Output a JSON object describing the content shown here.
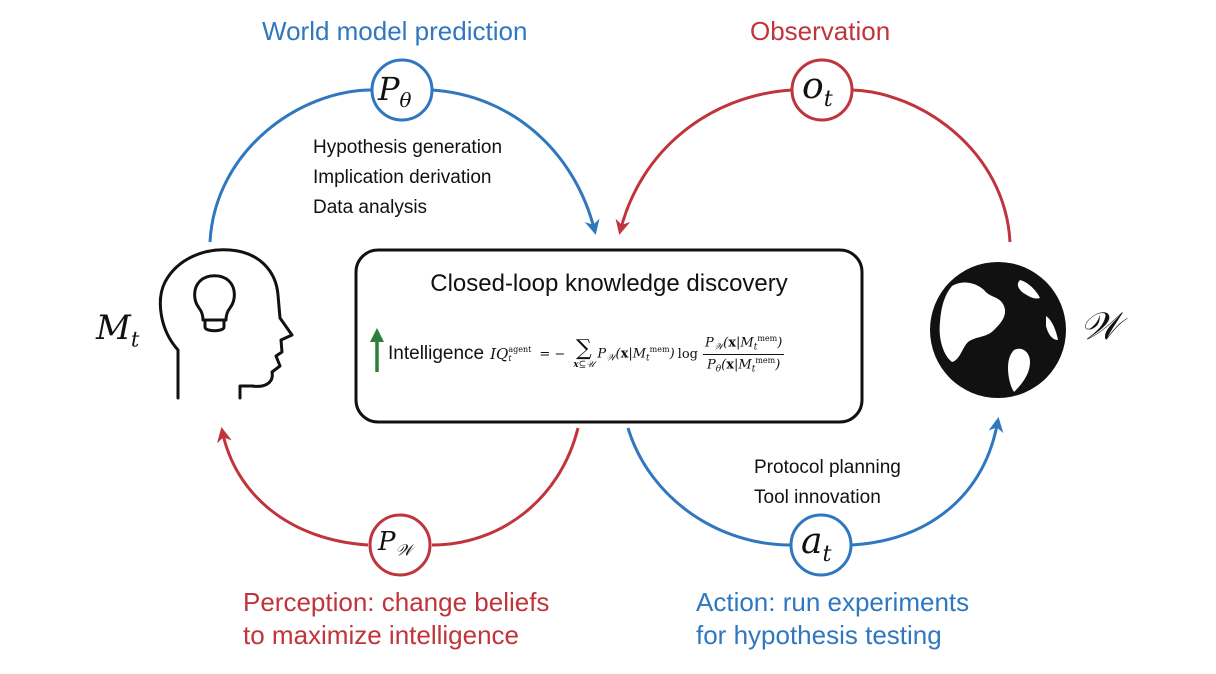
{
  "labels": {
    "world_model_prediction": "World model prediction",
    "observation": "Observation",
    "perception_line1": "Perception: change beliefs",
    "perception_line2": "to maximize intelligence",
    "action_line1": "Action: run experiments",
    "action_line2": "for hypothesis testing"
  },
  "upper_left_tasks": [
    "Hypothesis generation",
    "Implication derivation",
    "Data analysis"
  ],
  "lower_right_tasks": [
    "Protocol planning",
    "Tool innovation"
  ],
  "center_box": {
    "title": "Closed-loop knowledge discovery",
    "intelligence_word": "Intelligence"
  },
  "nodes": {
    "p_theta": {
      "base": "P",
      "sub": "θ"
    },
    "o_t": {
      "base": "o",
      "sub": "t"
    },
    "p_w": {
      "base": "P",
      "sub": "𝒲"
    },
    "a_t": {
      "base": "a",
      "sub": "t"
    },
    "m_t": {
      "base": "M",
      "sub": "t"
    },
    "world": "𝒲"
  },
  "icons": [
    "head-with-lightbulb-icon",
    "globe-icon",
    "up-arrow-icon"
  ],
  "colors": {
    "blue": "#2f77bf",
    "red": "#c0343b",
    "green": "#2e7d3a",
    "black": "#111111"
  }
}
